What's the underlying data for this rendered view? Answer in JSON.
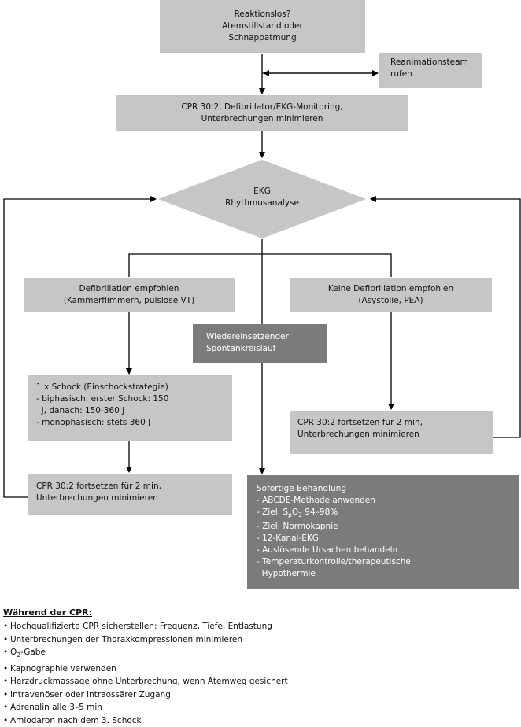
{
  "nodes": {
    "start": [
      "Reaktionslos?",
      "Atemstillstand oder",
      "Schnappatmung"
    ],
    "team": [
      "Reanimationsteam",
      "rufen"
    ],
    "cpr": [
      "CPR 30:2, Defibrillator/EKG-Monitoring,",
      "Unterbrechungen minimieren"
    ],
    "ekg": [
      "EKG",
      "Rhythmusanalyse"
    ],
    "defib_yes": [
      "Defibrillation empfohlen",
      "(Kammerflimmern, pulslose VT)"
    ],
    "defib_no": [
      "Keine Defibrillation empfohlen",
      "(Asystolie, PEA)"
    ],
    "rosc": [
      "Wiedereinsetzender",
      "Spontankreislauf"
    ],
    "shock": [
      "1 x Schock (Einschockstrategie)",
      "- biphasisch: erster Schock: 150",
      "  J, danach: 150-360 J",
      "- monophasisch: stets 360 J"
    ],
    "cpr_left": [
      "CPR 30:2 fortsetzen für 2 min,",
      "Unterbrechungen minimieren"
    ],
    "cpr_right": [
      "CPR 30:2 fortsetzen für 2 min,",
      "Unterbrechungen minimieren"
    ],
    "treatment": {
      "title": "Sofortige Behandlung",
      "items": [
        "- ABCDE-Methode anwenden",
        "- Ziel: S",
        "p",
        "O",
        "2",
        " 94–98%",
        "- Ziel: Normokapnie",
        "- 12-Kanal-EKG",
        "- Auslösende Ursachen behandeln",
        "- Temperaturkontrolle/therapeutische",
        "  Hypothermie"
      ]
    }
  },
  "footer": {
    "title": "Während der CPR:",
    "bullet": "•",
    "items": [
      "Hochqualifizierte CPR sicherstellen: Frequenz, Tiefe, Entlastung",
      "Unterbrechungen der Thoraxkompressionen minimieren",
      "O",
      "2",
      "-Gabe",
      "Kapnographie verwenden",
      "Herzdruckmassage ohne Unterbrechung, wenn Atemweg gesichert",
      "Intravenöser oder intraossärer Zugang",
      "Adrenalin alle 3–5 min",
      "Amiodaron nach dem 3. Schock"
    ]
  },
  "colors": {
    "box": "#c6c6c6",
    "box_dark": "#7b7b7b",
    "line": "#000000"
  }
}
